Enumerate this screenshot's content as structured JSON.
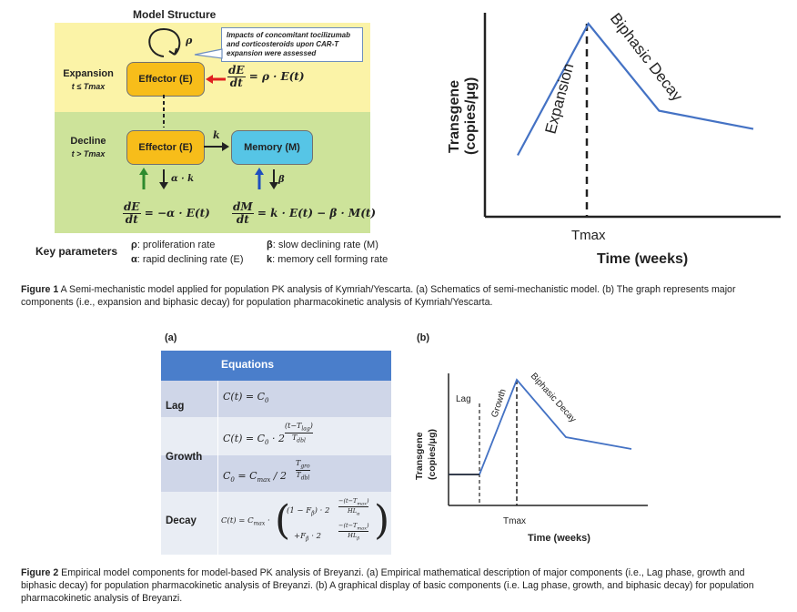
{
  "figure1": {
    "diagram": {
      "title": "Model Structure",
      "rho_symbol": "ρ",
      "callout": [
        "Impacts of concomitant tocilizumab",
        "and corticosteroids upon CAR-T",
        "expansion were assessed"
      ],
      "expansion_label": "Expansion",
      "expansion_condition": "t ≤ Tmax",
      "decline_label": "Decline",
      "decline_condition": "t > Tmax",
      "effector_label": "Effector (E)",
      "memory_label": "Memory (M)",
      "k_label": "k",
      "alpha_k_label": "α · k",
      "beta_label": "β",
      "eq_expansion_num": "dE",
      "eq_expansion_den": "dt",
      "eq_expansion_rhs": "= ρ · E(t)",
      "eq_decline_e_num": "dE",
      "eq_decline_e_den": "dt",
      "eq_decline_e_rhs": "= −α · E(t)",
      "eq_decline_m_num": "dM",
      "eq_decline_m_den": "dt",
      "eq_decline_m_rhs": "= k · E(t) − β · M(t)",
      "key_parameters_title": "Key parameters",
      "params": [
        {
          "sym": "ρ",
          "text": ": proliferation rate"
        },
        {
          "sym": "α",
          "text": ": rapid declining rate (E)"
        },
        {
          "sym": "β",
          "text": ": slow declining rate (M)"
        },
        {
          "sym": "k",
          "text": ": memory cell forming rate"
        }
      ],
      "colors": {
        "yellow_band": "#fbf3a7",
        "green_band": "#cde39a",
        "effector": "#f7bd1a",
        "memory": "#56c5e6",
        "red_arrow": "#e02020",
        "green_arrow": "#2e8b2e",
        "blue_arrow": "#1f4fbf"
      }
    },
    "graph": {
      "ylabel_line1": "Transgene",
      "ylabel_line2": "(copies/μg)",
      "xlabel": "Time (weeks)",
      "tmax_label": "Tmax",
      "phase1_label": "Expansion",
      "phase2_label": "Biphasic Decay",
      "line_color": "#4472c4"
    },
    "caption_label": "Figure 1",
    "caption_text": " A Semi-mechanistic model applied for population PK analysis of Kymriah/Yescarta. (a) Schematics of semi-mechanistic model. (b) The graph represents major components (i.e., expansion and biphasic decay) for population pharmacokinetic analysis of Kymriah/Yescarta."
  },
  "chart_data": {
    "type": "line",
    "title": "",
    "xlabel": "Time (weeks)",
    "ylabel": "Transgene (copies/μg)",
    "note": "schematic without numeric ticks; values in arbitrary units",
    "series": [
      {
        "name": "",
        "x": [
          0,
          3,
          6,
          10
        ],
        "values": [
          2,
          8.5,
          4.2,
          3.3
        ]
      }
    ],
    "markers": [
      "Tmax"
    ]
  },
  "figure2": {
    "panel_a_label": "(a)",
    "panel_b_label": "(b)",
    "table": {
      "header": "Equations",
      "rows": [
        {
          "label": "Lag"
        },
        {
          "label": "Growth"
        },
        {
          "label": "Decay"
        }
      ],
      "colors": {
        "header": "#4a7ecb",
        "row_dark": "#cfd6e8",
        "row_light": "#e9edf4"
      }
    },
    "graph": {
      "ylabel_line1": "Transgene",
      "ylabel_line2": "(copies/μg)",
      "xlabel": "Time (weeks)",
      "tmax_label": "Tmax",
      "lag_label": "Lag",
      "growth_label": "Growth",
      "decay_label": "Biphasic Decay"
    },
    "caption_label": "Figure 2",
    "caption_text": " Empirical model components for model-based PK analysis of Breyanzi. (a) Empirical mathematical description of major components (i.e., Lag phase, growth and biphasic decay) for population pharmacokinetic analysis of Breyanzi. (b) A graphical display of basic components (i.e. Lag phase, growth, and biphasic decay) for population pharmacokinetic analysis of Breyanzi."
  }
}
